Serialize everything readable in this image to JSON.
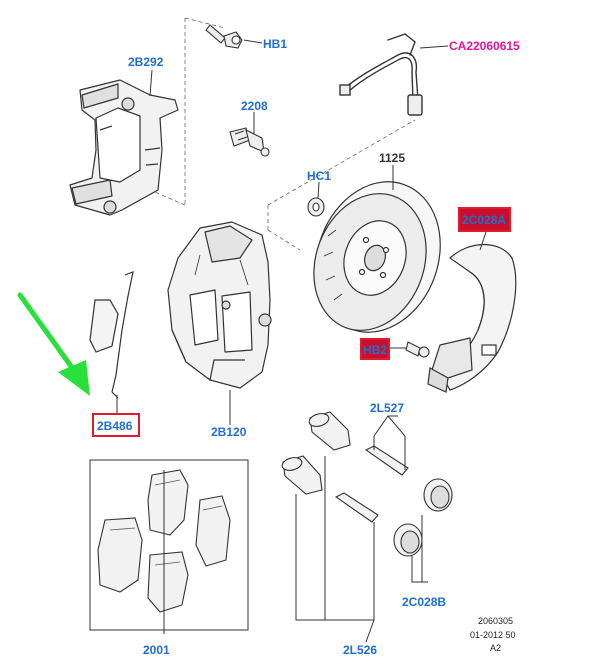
{
  "diagram": {
    "colors": {
      "label_blue": "#1f6fd1",
      "label_magenta": "#e0169c",
      "highlight_red": "#e21b2c",
      "highlight_fill": "#c8102e",
      "line": "#333333",
      "arrow_green": "#28e03a"
    },
    "labels": {
      "hb1": "HB1",
      "ca22060615": "CA22060615",
      "p2b292": "2B292",
      "p2208": "2208",
      "p1125": "1125",
      "hc1": "HC1",
      "p2c028a": "2C028A",
      "hb2": "HB2",
      "p2b486": "2B486",
      "p2b120": "2B120",
      "p2l527": "2L527",
      "p2001": "2001",
      "p2c028b": "2C028B",
      "p2l526": "2L526"
    },
    "reference": {
      "line1": "2060305",
      "line2": "01-2012 50",
      "line3": "A2"
    }
  }
}
